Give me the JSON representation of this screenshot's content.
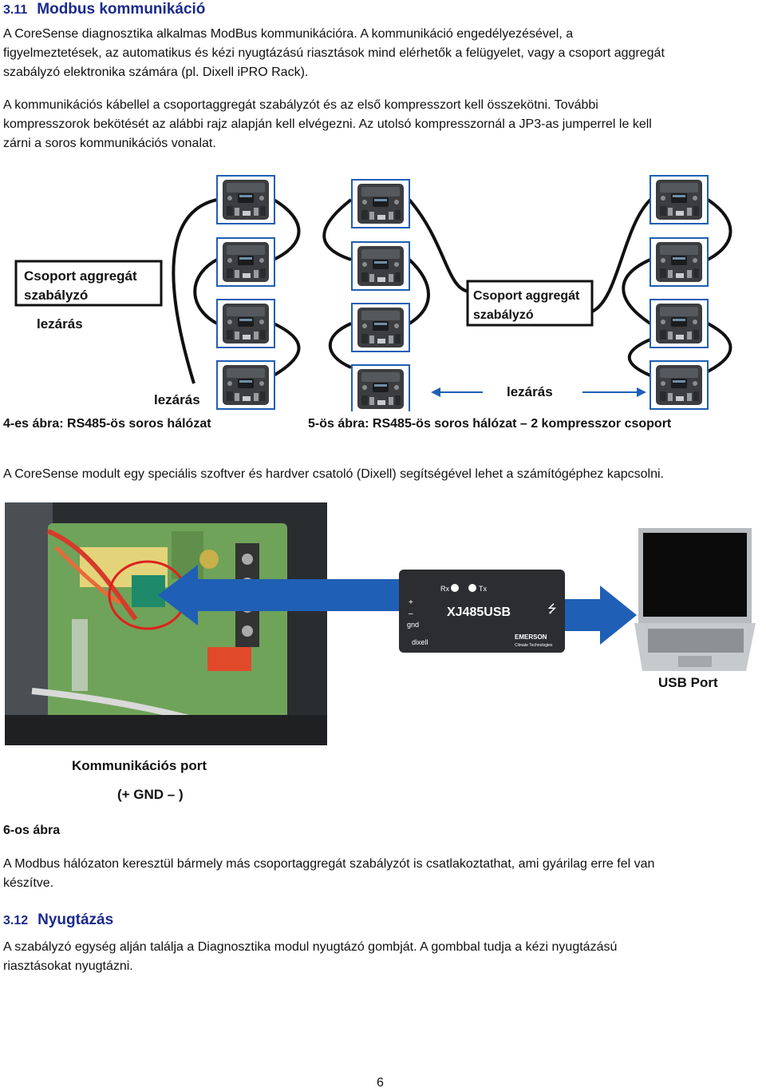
{
  "section1": {
    "number": "3.11",
    "title": "Modbus kommunikáció",
    "paragraph1": [
      "A CoreSense diagnosztika alkalmas ModBus kommunikációra. A kommunikáció engedélyezésével, a",
      "figyelmeztetések, az automatikus és kézi nyugtázású riasztások mind elérhetők a felügyelet, vagy a csoport aggregát",
      "szabályzó elektronika számára (pl. Dixell iPRO Rack)."
    ],
    "paragraph2": [
      "A kommunikációs kábellel a csoportaggregát szabályzót és az első kompresszort kell összekötni. További",
      "kompresszorok bekötését az alábbi rajz alapján kell elvégezni. Az utolsó kompresszornál a JP3-as jumperrel le kell",
      "zárni a soros kommunikációs vonalat."
    ]
  },
  "diagram": {
    "box_label_line1": "Csoport aggregát",
    "box_label_line2": "szabályzó",
    "termination_label": "lezárás",
    "caption_fig4": "4-es ábra: RS485-ös soros hálózat",
    "caption_fig5": "5-ös ábra: RS485-ös soros hálózat – 2 kompresszor csoport"
  },
  "usb_paragraph": "A CoreSense modult egy speciális szoftver és hardver csatoló (Dixell) segítségével lehet a számítógéphez kapcsolni.",
  "photo": {
    "device_name": "XJ485USB",
    "rx_label": "Rx",
    "tx_label": "Tx",
    "plus_label": "+",
    "minus_label": "–",
    "gnd_label": "gnd",
    "brand_left": "dixell",
    "brand_right": "EMERSON",
    "brand_right_sub": "Climate Technologies",
    "usb_port_label": "USB Port",
    "comm_port_label": "Kommunikációs port",
    "gnd_note": "(+ GND – )",
    "caption_fig6": "6-os ábra"
  },
  "modbus_paragraph": [
    "A Modbus hálózaton keresztül bármely más csoportaggregát szabályzót is csatlakoztathat, ami gyárilag erre fel van",
    "készítve."
  ],
  "section2": {
    "number": "3.12",
    "title": "Nyugtázás",
    "paragraph": [
      "A szabályzó egység alján találja a Diagnosztika modul nyugtázó gombját. A gombbal tudja a kézi nyugtázású",
      "riasztásokat nyugtázni."
    ]
  },
  "page_number": "6",
  "colors": {
    "heading": "#1a2a8c",
    "arrow_blue": "#1f5fb5",
    "circle_red": "#e0201e"
  }
}
